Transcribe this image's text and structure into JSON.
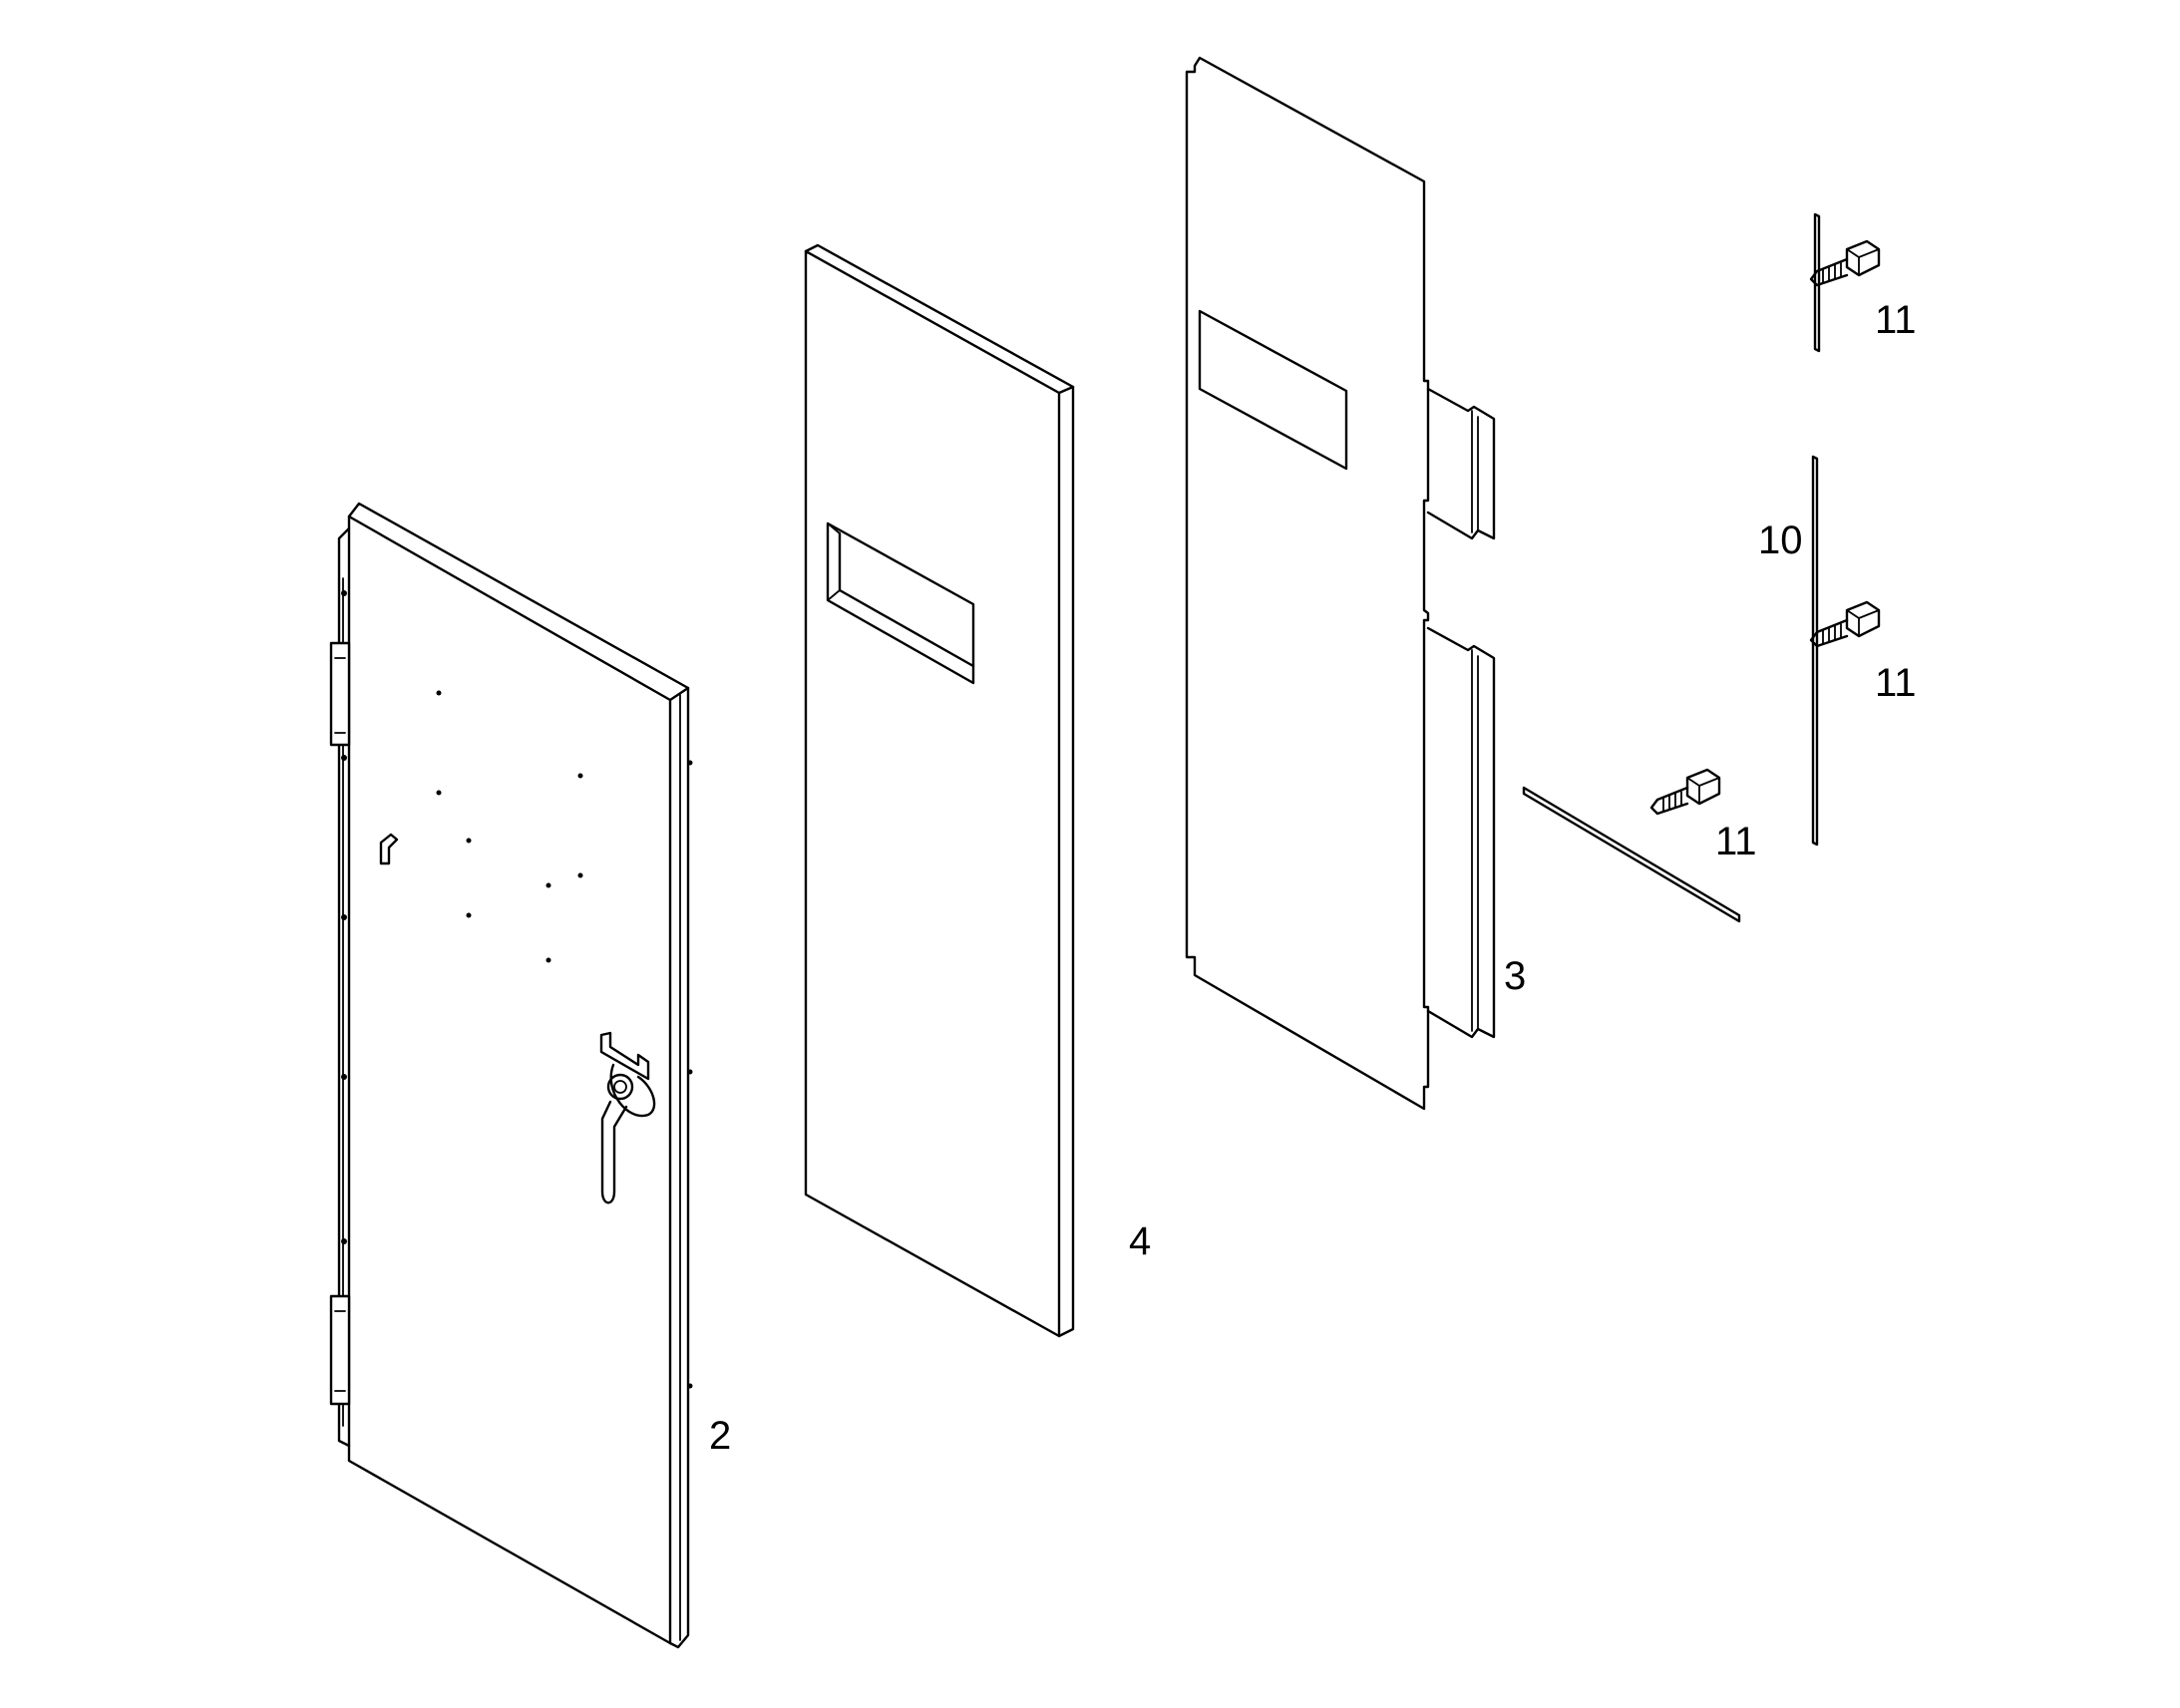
{
  "callouts": {
    "door": "2",
    "mounting_plate": "3",
    "gasket_panel": "4",
    "strip": "10",
    "screw_top": "11",
    "screw_middle": "11",
    "screw_lower": "11"
  },
  "colors": {
    "line": "#000000",
    "background": "#ffffff"
  }
}
